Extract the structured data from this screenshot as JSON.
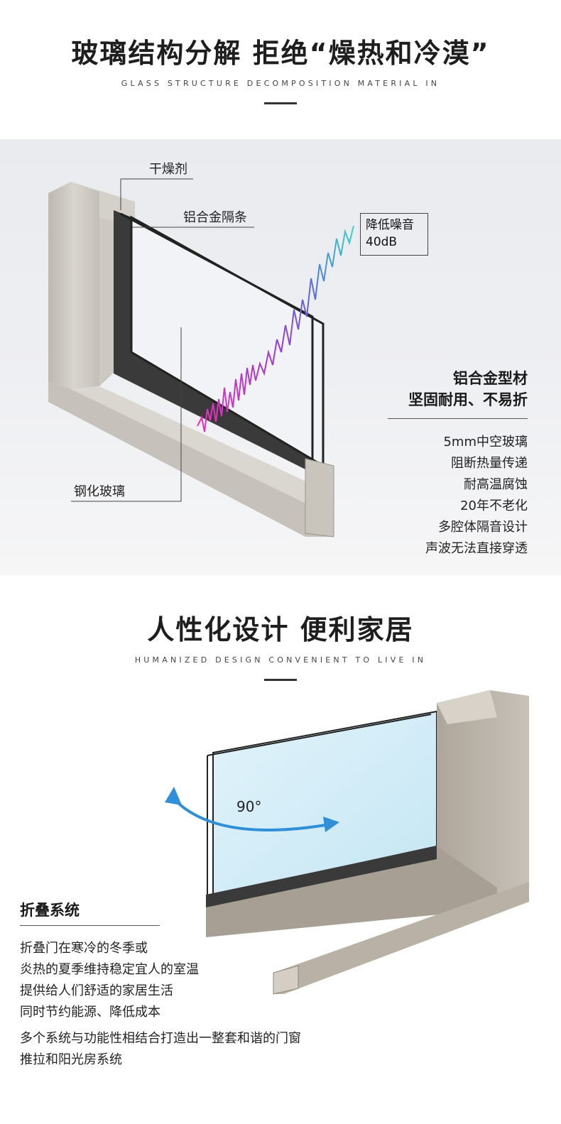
{
  "section1": {
    "title": "玻璃结构分解  拒绝“燥热和冷漠”",
    "subtitle": "GLASS STRUCTURE DECOMPOSITION MATERIAL IN"
  },
  "diagram1": {
    "callouts": {
      "desiccant": "干燥剂",
      "spacer": "铝合金隔条",
      "tempered_glass": "钢化玻璃"
    },
    "noise": {
      "line1": "降低噪音",
      "line2": "40dB"
    },
    "feature_title": [
      "铝合金型材",
      "坚固耐用、不易折"
    ],
    "feature_list": [
      "5mm中空玻璃",
      "阻断热量传递",
      "耐高温腐蚀",
      "20年不老化",
      "多腔体隔音设计",
      "声波无法直接穿透"
    ]
  },
  "section2": {
    "title": "人性化设计  便利家居",
    "subtitle": "HUMANIZED DESIGN CONVENIENT TO LIVE IN"
  },
  "diagram2": {
    "angle": "90°",
    "fold_title": "折叠系统",
    "paragraph1": [
      "折叠门在寒冷的冬季或",
      "炎热的夏季维持稳定宜人的室温",
      "提供给人们舒适的家居生活",
      "同时节约能源、降低成本"
    ],
    "paragraph2": [
      "多个系统与功能性相结合打造出一整套和谐的门窗",
      "推拉和阳光房系统"
    ]
  },
  "colors": {
    "frame": "#c9c4bc",
    "glass_blue": "#cfeaf6",
    "arrow_blue": "#2f8fd8",
    "wave_pink": "#e020c0",
    "wave_cyan": "#2ad0c8"
  }
}
